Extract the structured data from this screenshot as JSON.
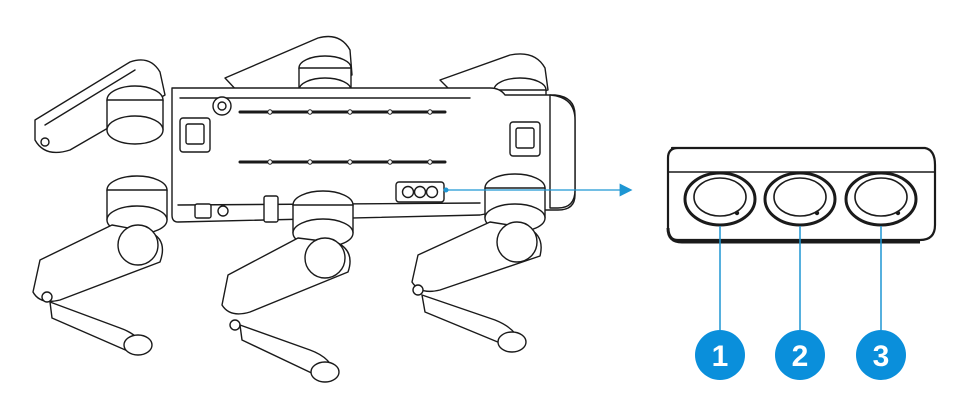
{
  "diagram": {
    "callouts": [
      {
        "number": "1"
      },
      {
        "number": "2"
      },
      {
        "number": "3"
      }
    ],
    "colors": {
      "outline": "#1a1a1a",
      "body_fill": "#ffffff",
      "accent_blue": "#1e96d3",
      "badge_blue": "#0a8fdb"
    }
  }
}
